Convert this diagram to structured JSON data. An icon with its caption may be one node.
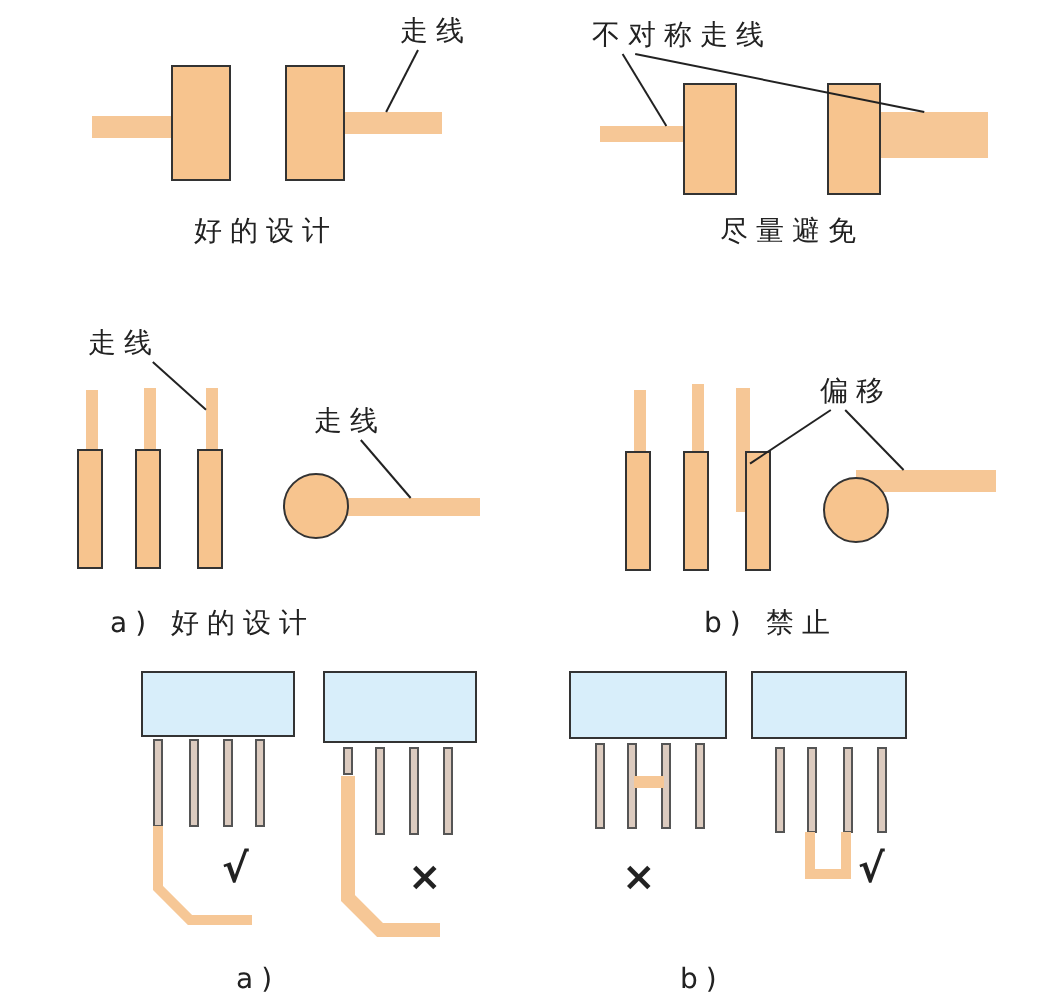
{
  "diagram": {
    "nodes": [
      {
        "text": [
          "走线"
        ]
      },
      {
        "text": [],
        "shape": "bar"
      },
      {
        "text": [
          "不对称走线"
        ]
      },
      {
        "text": [],
        "shape": "bar"
      },
      {
        "text": [],
        "shape": "bar"
      },
      {
        "text": [
          "走线"
        ]
      },
      {
        "text": [],
        "shape": "bar"
      },
      {
        "text": [
          "走线"
        ]
      },
      {
        "text": [],
        "shape": "bar"
      },
      {
        "text": [
          "偏移"
        ]
      },
      {
        "text": [],
        "shape": "bar"
      },
      {
        "text": [],
        "shape": "bar"
      }
    ],
    "edges": [
      {
        "from": 0,
        "to": 1,
        "arrow": "none"
      },
      {
        "from": 2,
        "to": 3,
        "arrow": "none"
      },
      {
        "from": 2,
        "to": 4,
        "arrow": "none"
      },
      {
        "from": 5,
        "to": 6,
        "arrow": "none"
      },
      {
        "from": 7,
        "to": 8,
        "arrow": "none"
      },
      {
        "from": 9,
        "to": 10,
        "arrow": "none"
      },
      {
        "from": 9,
        "to": 11,
        "arrow": "none"
      }
    ],
    "labels": [
      "好的设计",
      "尽量避免",
      "a) 好的设计",
      "b) 禁止",
      "√",
      "×",
      "×",
      "√",
      "a)",
      "b)"
    ]
  }
}
